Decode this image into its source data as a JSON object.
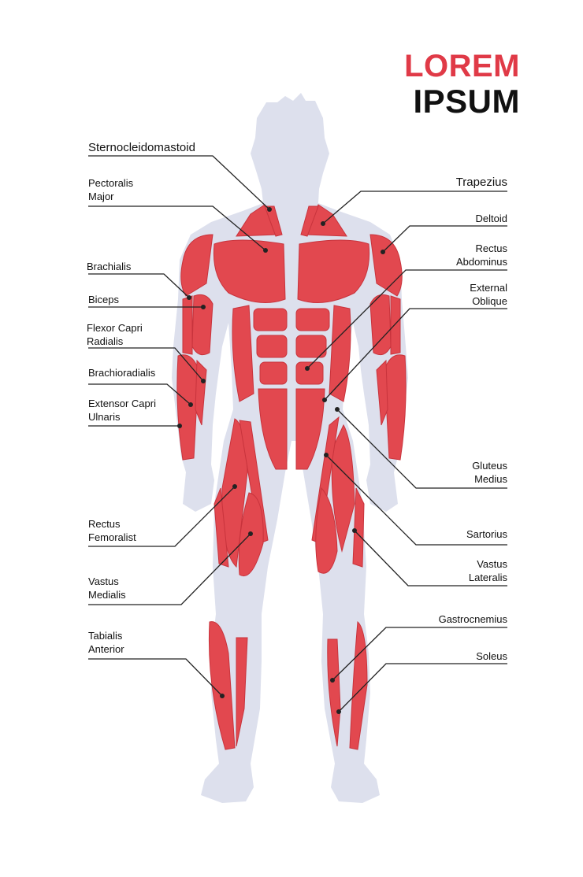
{
  "title": {
    "line1": "LOREM",
    "line2": "IPSUM",
    "line1_color": "#e03a47",
    "line2_color": "#111111"
  },
  "colors": {
    "body_silhouette": "#dde0ed",
    "muscle": "#e2484f",
    "muscle_dark": "#c8333c",
    "muscle_light": "#f08a8d",
    "leader_line": "#222222"
  },
  "labels": {
    "sternocleidomastoid": [
      "Sternocleidomastoid"
    ],
    "pectoralis_major": [
      "Pectoralis",
      "Major"
    ],
    "brachialis": [
      "Brachialis"
    ],
    "biceps": [
      "Biceps"
    ],
    "flexor_capri_radialis": [
      "Flexor Capri",
      "Radialis"
    ],
    "brachioradialis": [
      "Brachioradialis"
    ],
    "extensor_capri_ulnaris": [
      "Extensor Capri",
      "Ulnaris"
    ],
    "rectus_femoralist": [
      "Rectus",
      "Femoralist"
    ],
    "vastus_medialis": [
      "Vastus",
      "Medialis"
    ],
    "tabialis_anterior": [
      "Tabialis",
      "Anterior"
    ],
    "trapezius": [
      "Trapezius"
    ],
    "deltoid": [
      "Deltoid"
    ],
    "rectus_abdominus": [
      "Rectus",
      "Abdominus"
    ],
    "external_oblique": [
      "External",
      "Oblique"
    ],
    "gluteus_medius": [
      "Gluteus",
      "Medius"
    ],
    "sartorius": [
      "Sartorius"
    ],
    "vastus_lateralis": [
      "Vastus",
      "Lateralis"
    ],
    "gastrocnemius": [
      "Gastrocnemius"
    ],
    "soleus": [
      "Soleus"
    ]
  }
}
